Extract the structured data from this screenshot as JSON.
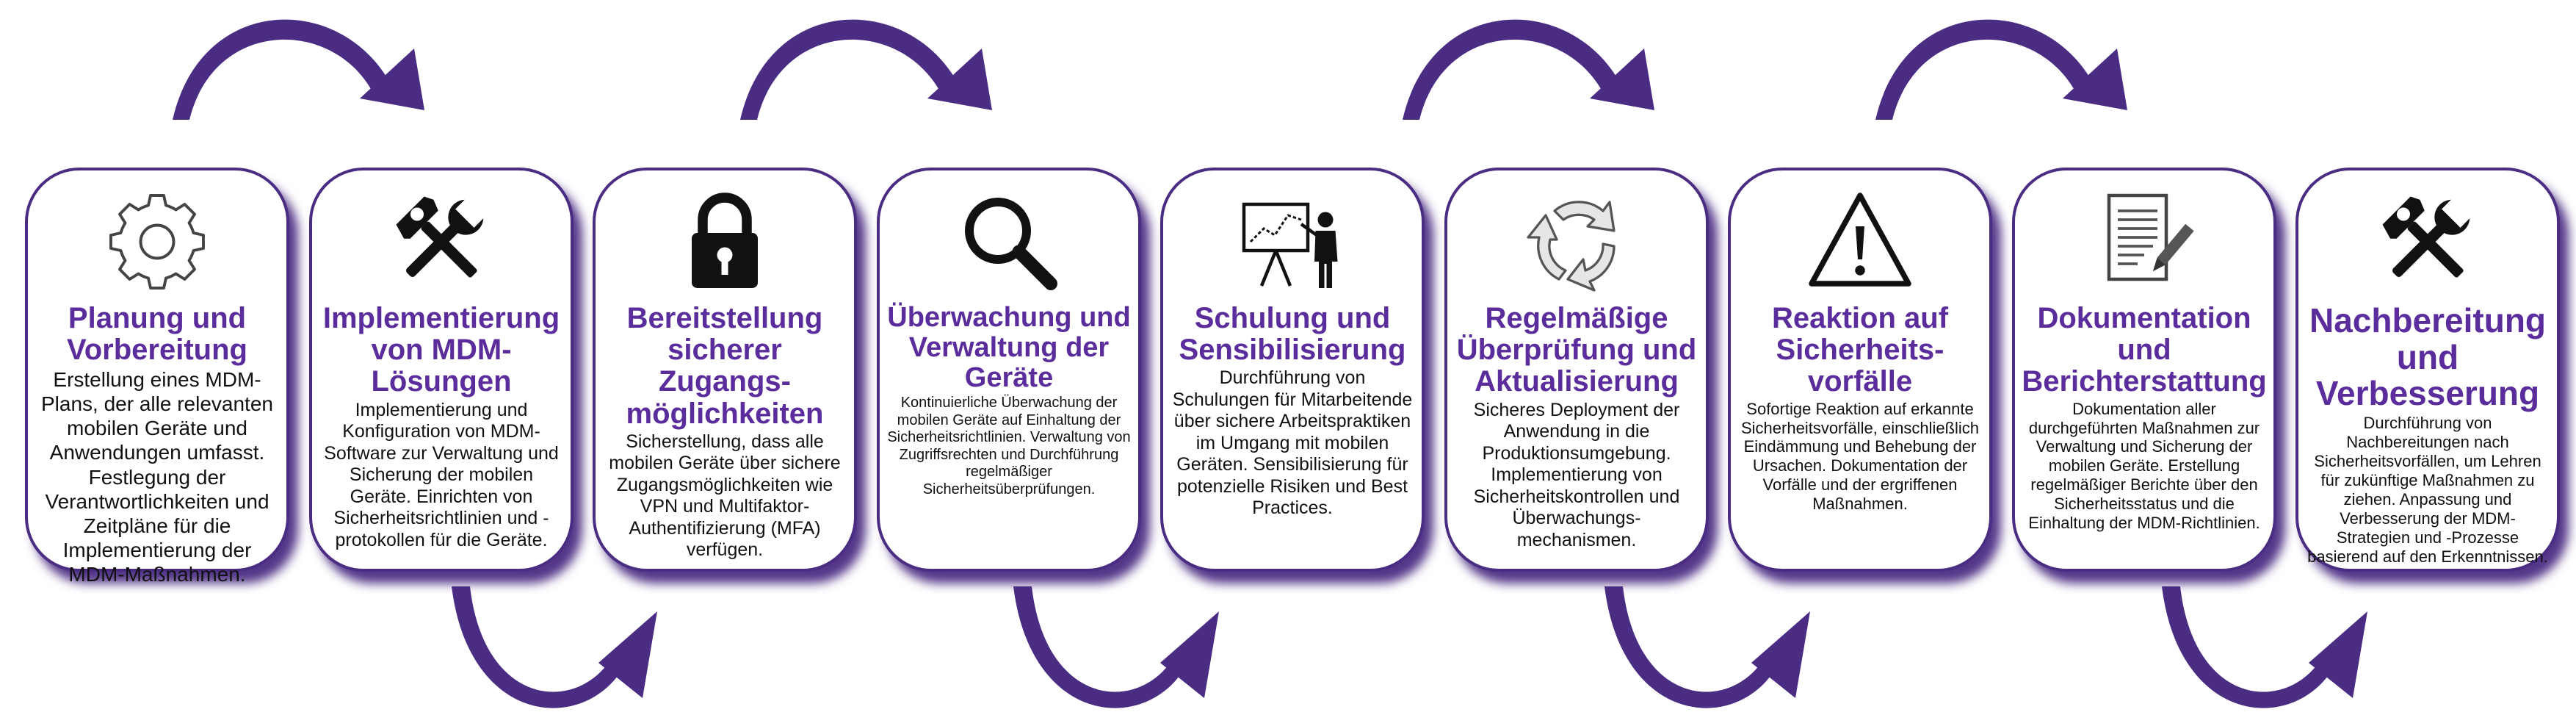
{
  "accent_color": "#5b2d9c",
  "arrow_color": "#4b2c83",
  "steps": [
    {
      "icon": "gear-icon",
      "title": "Planung und Vorbereitung",
      "description": "Erstellung eines MDM-Plans, der alle relevanten mobilen Geräte und Anwendungen umfasst. Festlegung der Verantwortlichkeiten und Zeitpläne für die Implementierung der MDM-Maßnahmen."
    },
    {
      "icon": "wrench-hammer-icon",
      "title": "Implementierung von MDM-Lösungen",
      "description": "Implementierung und Konfiguration von MDM-Software zur Verwaltung und Sicherung der mobilen Geräte. Einrichten von Sicherheitsrichtlinien und -protokollen für die Geräte."
    },
    {
      "icon": "padlock-icon",
      "title": "Bereitstellung sicherer Zugangs-möglichkeiten",
      "description": "Sicherstellung, dass alle mobilen Geräte über sichere Zugangsmöglichkeiten wie VPN und Multifaktor-Authentifizierung (MFA) verfügen."
    },
    {
      "icon": "magnifier-icon",
      "title": "Überwachung und Verwaltung der Geräte",
      "description": "Kontinuierliche Überwachung der mobilen Geräte auf Einhaltung der Sicherheitsrichtlinien. Verwaltung von Zugriffsrechten und Durchführung regelmäßiger Sicherheitsüberprüfungen."
    },
    {
      "icon": "presenter-icon",
      "title": "Schulung und Sensibilisierung",
      "description": "Durchführung von Schulungen für Mitarbeitende über sichere Arbeitspraktiken im Umgang mit mobilen Geräten. Sensibilisierung für potenzielle Risiken und Best Practices."
    },
    {
      "icon": "recycle-arrows-icon",
      "title": "Regelmäßige Überprüfung und Aktualisierung",
      "description": "Sicheres Deployment der Anwendung in die Produktionsumgebung. Implementierung von Sicherheitskontrollen und Überwachungs-mechanismen."
    },
    {
      "icon": "warning-triangle-icon",
      "title": "Reaktion auf Sicherheits-vorfälle",
      "description": "Sofortige Reaktion auf erkannte Sicherheitsvorfälle, einschließlich Eindämmung und Behebung der Ursachen. Dokumentation der Vorfälle und der ergriffenen Maßnahmen."
    },
    {
      "icon": "document-pen-icon",
      "title": "Dokumentation und Berichterstattung",
      "description": "Dokumentation aller durchgeführten Maßnahmen zur Verwaltung und Sicherung der mobilen Geräte. Erstellung regelmäßiger Berichte über den Sicherheitsstatus und die Einhaltung der MDM-Richtlinien."
    },
    {
      "icon": "wrench-hammer-icon",
      "title": "Nachbereitung und Verbesserung",
      "description": "Durchführung von Nachbereitungen nach Sicherheitsvorfällen, um Lehren für zukünftige Maßnahmen zu ziehen. Anpassung und Verbesserung der MDM-Strategien und -Prozesse basierend auf den Erkenntnissen."
    }
  ]
}
